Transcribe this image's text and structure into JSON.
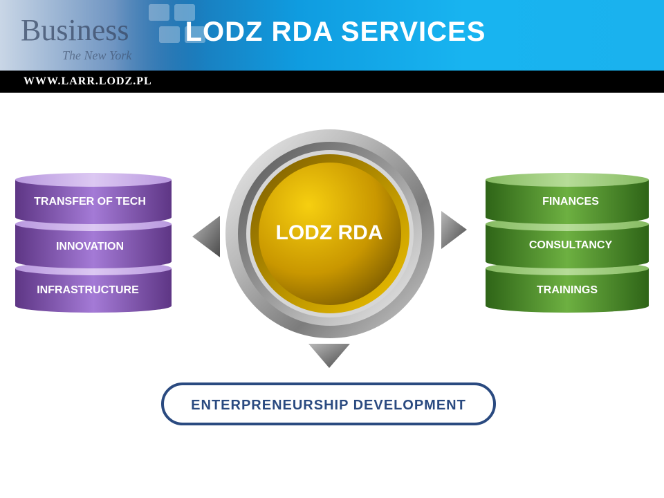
{
  "header": {
    "title": "LODZ RDA SERVICES",
    "url": "WWW.LARR.LODZ.PL",
    "photo_text": [
      "Business",
      "The New York"
    ]
  },
  "center": {
    "label": "LODZ RDA"
  },
  "left_stack": {
    "items": [
      "TRANSFER OF TECH",
      "INNOVATION",
      "INFRASTRUCTURE"
    ]
  },
  "right_stack": {
    "items": [
      "FINANCES",
      "CONSULTANCY",
      "TRAININGS"
    ]
  },
  "bottom": {
    "label": "ENTERPRENEURSHIP DEVELOPMENT"
  },
  "colors": {
    "header_blue": "#18b4f0",
    "purple": "#8d5bbf",
    "green": "#4e8f2e",
    "gold": "#d9a800",
    "navy": "#2a4a80"
  }
}
